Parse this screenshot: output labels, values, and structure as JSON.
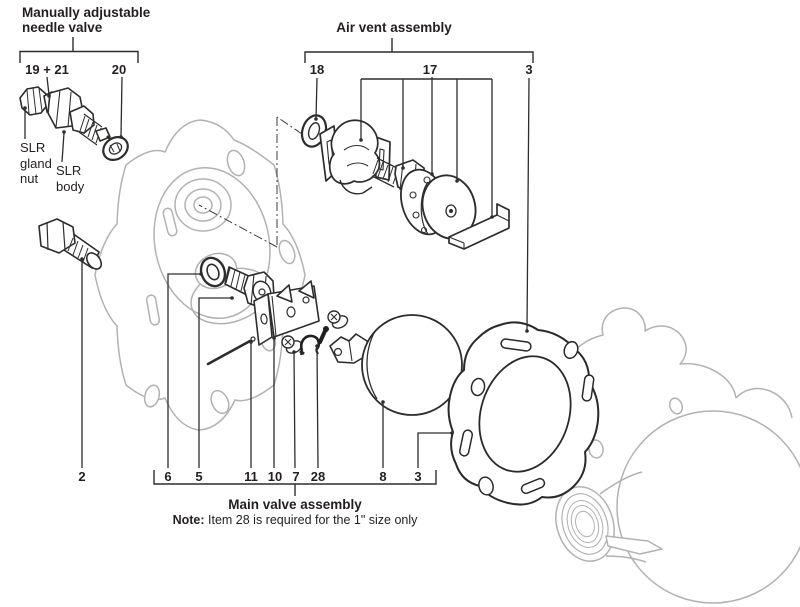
{
  "labels": {
    "needle_valve_title": "Manually adjustable\nneedle valve",
    "air_vent_title": "Air vent assembly",
    "main_valve_title": "Main valve assembly",
    "note_label": "Note:",
    "note_text": "Item 28 is required for the 1\" size only",
    "slr_gland_nut": "SLR\ngland\nnut",
    "slr_body": "SLR\nbody"
  },
  "callouts": {
    "n19_21": "19 + 21",
    "n20": "20",
    "n18": "18",
    "n17": "17",
    "n3_top": "3",
    "n2": "2",
    "n6": "6",
    "n5": "5",
    "n11": "11",
    "n10": "10",
    "n7": "7",
    "n28": "28",
    "n8": "8",
    "n3_bottom": "3"
  },
  "colors": {
    "line": "#2e2d2c",
    "background_part_line": "#b2b2b2",
    "text": "#231f20",
    "background": "#ffffff"
  }
}
